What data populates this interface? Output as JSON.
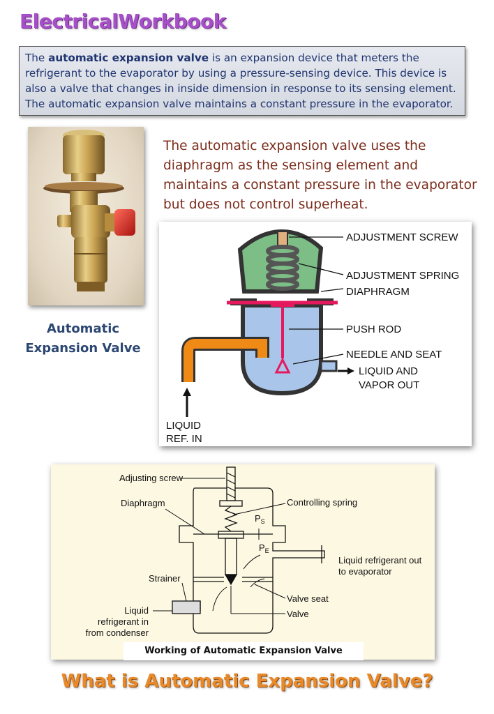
{
  "brand": {
    "name": "ElectricalWorkbook"
  },
  "intro": {
    "prefix": "The ",
    "bold_term": "automatic expansion valve",
    "rest": " is an expansion device that meters the refrigerant to the evaporator by using a pressure-sensing device. This device is also a valve that changes in inside dimension in response to its sensing element. The automatic expansion valve maintains a constant pressure in the evaporator."
  },
  "photo": {
    "caption": "Automatic Expansion Valve"
  },
  "description": "The automatic expansion valve uses the diaphragm as the sensing element and maintains a constant pressure in the evaporator but does not control superheat.",
  "diagram1": {
    "labels": {
      "adjustment_screw": "ADJUSTMENT SCREW",
      "adjustment_spring": "ADJUSTMENT SPRING",
      "diaphragm": "DIAPHRAGM",
      "push_rod": "PUSH ROD",
      "needle_and_seat": "NEEDLE AND SEAT",
      "liquid_out_1": "LIQUID AND",
      "liquid_out_2": "VAPOR OUT",
      "liquid_in_1": "LIQUID",
      "liquid_in_2": "REF. IN"
    },
    "colors": {
      "spring_chamber": "#7dbd86",
      "body": "#a9c6ea",
      "diaphragm": "#e6195f",
      "inlet_pipe": "#f08a16",
      "shell": "#3b3b3b"
    }
  },
  "diagram2": {
    "labels": {
      "adjusting_screw": "Adjusting screw",
      "controlling_spring": "Controlling spring",
      "diaphragm": "Diaphragm",
      "ps": "P",
      "ps_sub": "S",
      "pe": "P",
      "pe_sub": "E",
      "liquid_out_1": "Liquid refrigerant out",
      "liquid_out_2": "to evaporator",
      "strainer": "Strainer",
      "valve_seat": "Valve seat",
      "valve": "Valve",
      "liquid_in_1": "Liquid",
      "liquid_in_2": "refrigerant in",
      "liquid_in_3": "from condenser"
    },
    "caption": "Working of Automatic Expansion Valve"
  },
  "bottom_title": "What is Automatic Expansion Valve?"
}
